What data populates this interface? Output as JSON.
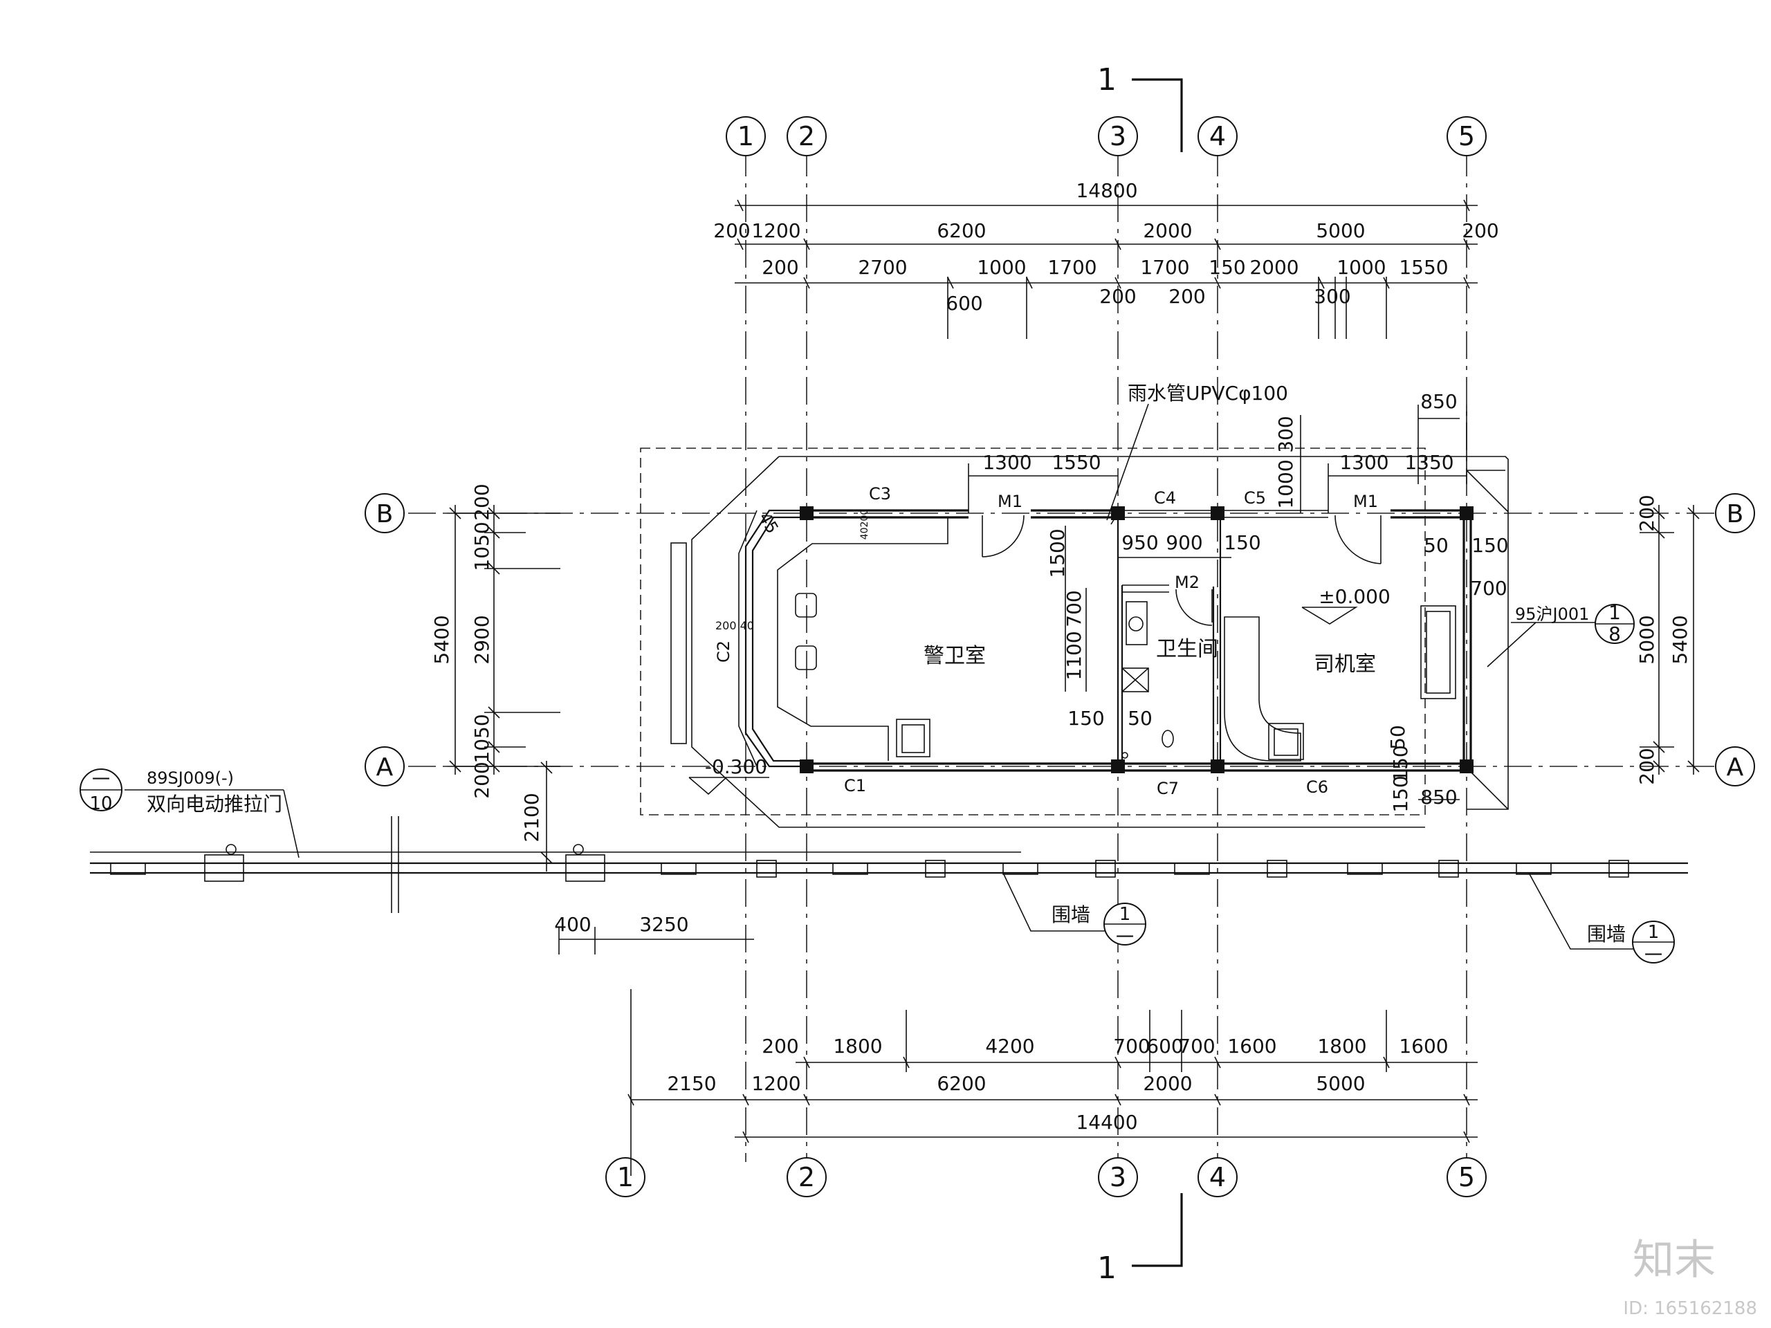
{
  "grid_labels": {
    "axis_1": "1",
    "axis_2": "2",
    "axis_3": "3",
    "axis_4": "4",
    "axis_5": "5",
    "axis_A": "A",
    "axis_B": "B"
  },
  "section_mark": {
    "label": "1"
  },
  "top_dims": {
    "overall": "14800",
    "row2": [
      "200",
      "1200",
      "6200",
      "2000",
      "5000",
      "200"
    ],
    "row3": [
      "200",
      "2700",
      "1000",
      "1700",
      "1700",
      "150",
      "2000",
      "1000",
      "1550"
    ],
    "row3_low": [
      "600",
      "200",
      "200",
      "300"
    ]
  },
  "bottom_dims": {
    "row1": [
      "200",
      "1800",
      "4200",
      "700",
      "600",
      "700",
      "1600",
      "1800",
      "1600"
    ],
    "row2": [
      "2150",
      "1200",
      "6200",
      "2000",
      "5000"
    ],
    "overall": "14400",
    "gate": [
      "400",
      "3250"
    ]
  },
  "left_dims": {
    "overall": "5400",
    "parts": [
      "200",
      "1050",
      "2900",
      "1050",
      "200"
    ],
    "gate_depth": "2100"
  },
  "right_dims": {
    "overall": "5400",
    "inner": "5000",
    "parts": [
      "200",
      "200"
    ],
    "side": [
      "850",
      "150",
      "700",
      "50",
      "150",
      "50",
      "150",
      "850"
    ]
  },
  "interior_dims": {
    "windows_left": [
      "1300",
      "1550"
    ],
    "windows_right": [
      "1300",
      "1350"
    ],
    "vert_300": "300",
    "vert_1000": "1000",
    "pipe_offsets": [
      "950",
      "900",
      "150"
    ],
    "v1500": "1500",
    "v1100": "1100",
    "v700": "700",
    "toilet_150": "150",
    "toilet_50": "50",
    "c3_note": "40200",
    "c2_note": "200 40",
    "angle": "45"
  },
  "rooms": {
    "guard": "警卫室",
    "toilet": "卫生间",
    "driver": "司机室"
  },
  "openings": {
    "c1": "C1",
    "c2": "C2",
    "c3": "C3",
    "c4": "C4",
    "c5": "C5",
    "c6": "C6",
    "c7": "C7",
    "m1": "M1",
    "m2": "M2"
  },
  "notes": {
    "rain_pipe": "雨水管UPVCφ100",
    "floor_level": "±0.000",
    "outside_level": "-0.300",
    "detail_ref_right": "95沪J001",
    "detail_ref_right_num": "1",
    "detail_ref_right_den": "8",
    "gate_std": "89SJ009(-)",
    "gate_name": "双向电动推拉门",
    "gate_ref_num": "一",
    "gate_ref_den": "10",
    "wall": "围墙",
    "wall_ref_num": "1",
    "wall_ref_den": "一"
  },
  "watermark": {
    "brand": "知末",
    "id": "ID: 165162188"
  }
}
